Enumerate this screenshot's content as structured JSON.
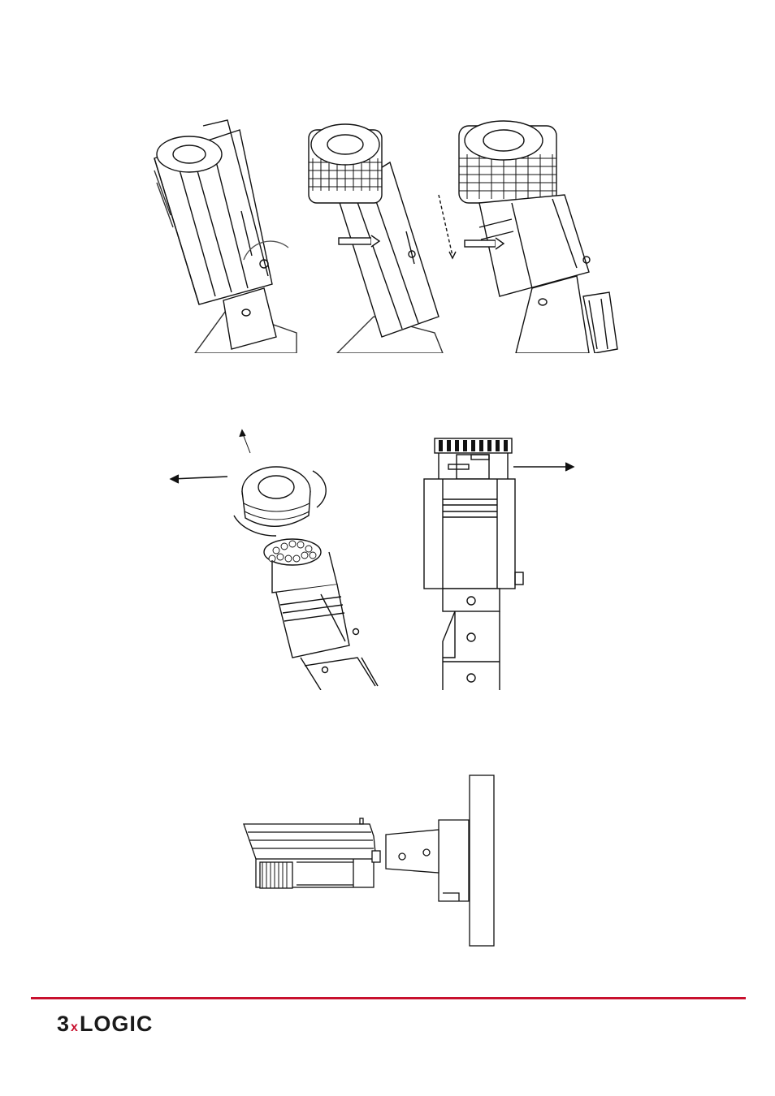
{
  "brand": {
    "logo_digit": "3",
    "logo_x": "x",
    "logo_word": "LOGIC",
    "accent_color": "#c8102e",
    "text_color": "#1a1a1a"
  },
  "figures": [
    {
      "name": "housing-sunshield-removal-steps",
      "panels": 3
    },
    {
      "name": "lens-cover-and-module-removal",
      "panels": 2
    },
    {
      "name": "wall-mounted-side-view",
      "panels": 1
    }
  ]
}
